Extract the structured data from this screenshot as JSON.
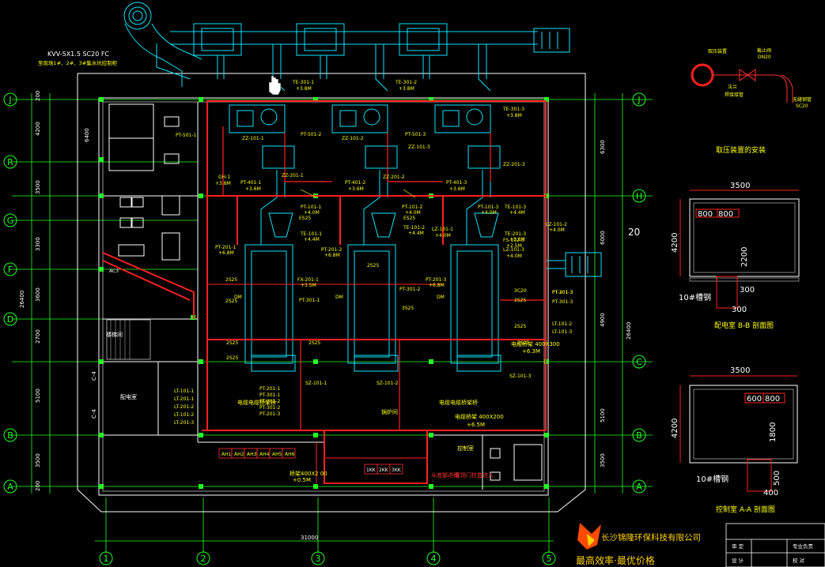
{
  "colors": {
    "background": "#000000",
    "grid": "#22ff22",
    "wall": "#ffffff",
    "duct": "#00e5ff",
    "cable": "#ff2020",
    "text": "#ffff00",
    "company": "#ffd200"
  },
  "header": {
    "cable_spec": "KVV-5X1.5 SC20 FC",
    "cable_note": "至现场1#、2#、3#集水坑控制柜"
  },
  "axes": {
    "rows": [
      "J",
      "R",
      "H",
      "G",
      "F",
      "D",
      "C",
      "B",
      "A"
    ],
    "cols": [
      "1",
      "2",
      "3",
      "4",
      "5"
    ],
    "left_dims": [
      "200",
      "4200",
      "3500",
      "3300",
      "3600",
      "2700",
      "5100",
      "3500",
      "200"
    ],
    "left_total": "26400",
    "right_dims": [
      "6300",
      "6000",
      "4900",
      "5100",
      "3500"
    ],
    "right_total": "26400",
    "right_misc": "20",
    "bottom_total": "31000",
    "left_inner": "6400",
    "side_labels": [
      "C-4",
      "C-4"
    ]
  },
  "rooms": {
    "distribution": "配电室",
    "control": "控制室",
    "stair": "楼梯间",
    "boiler_room": "锅炉间",
    "cable_trench_1": "电缆电缆桥架桥",
    "cable_trench_2": "电缆电缆桥架桥",
    "cable_tray_1": "电缆桥架 400X300",
    "cable_tray_1_elev": "+6.3M",
    "cable_tray_2": "电缆桥架 400X200",
    "cable_tray_2_elev": "+6.5M",
    "entry_note": "从底部进线",
    "entry_note_2": "现场门柱盒进入",
    "cable_bottom": "桥架400X2 00",
    "cable_bottom_elev": "+0.5M"
  },
  "panels": {
    "control_cabinets": [
      "AH1",
      "AH2",
      "AH3",
      "AH4",
      "AH5",
      "AH6"
    ],
    "bottom_cabinets": [
      "1KK",
      "2KK",
      "3KK"
    ],
    "ac": "AC3"
  },
  "tags": {
    "te_301": [
      "TE-301-1",
      "+3.8M",
      "TE-301-2",
      "+3.8M",
      "TE-301-3",
      "+3.8M"
    ],
    "pt_501": [
      "PT-501-1",
      "PT-501-2",
      "PT-501-3"
    ],
    "zz_101": [
      "ZZ-101-1",
      "ZZ-101-2",
      "ZZ-101-3"
    ],
    "zz_201": [
      "ZZ-201-1",
      "ZZ-201-2",
      "ZZ-201-3"
    ],
    "pt_401": [
      "PT-401-1",
      "+3.6M",
      "PT-401-2",
      "+3.6M",
      "PT-401-3",
      "+3.6M"
    ],
    "gh": [
      "GH-1",
      "+3.8M"
    ],
    "mid_1": [
      "PT-101-1",
      "+4.0M",
      "TE-101-1",
      "+4.4M",
      "PT-101-2",
      "+4.0M",
      "TE-101-2",
      "+4.4M",
      "PT-101-3",
      "+4.0M",
      "TE-101-3",
      "+4.4M"
    ],
    "mid_2": [
      "LZ-101-1",
      "+4.0M",
      "LZ-101-2",
      "+4.0M",
      "LZ-101-3",
      "+4.0M",
      "FS-102-3",
      "+2.5M",
      "TE-201-3",
      "+3.8M"
    ],
    "mid_3": [
      "PT-201-1",
      "+6.8M",
      "PT-201-2",
      "+6.8M",
      "PT-201-3",
      "+6.8M",
      "FX-201-1",
      "+3.5M",
      "PT-301-1",
      "PT-301-2",
      "PT-301-3"
    ],
    "left_vals": [
      "2S25",
      "2S25",
      "2S25",
      "2S25",
      "2S25",
      "3S25",
      "2S25"
    ],
    "right_vals": [
      "2S25",
      "2S25",
      "3S25"
    ],
    "lt_201": [
      "PT-201-3",
      "PT-301-3",
      "LT-101-2",
      "LT-101-3"
    ],
    "lt_left": [
      "LT-101-1",
      "LT-201-1",
      "LT-201-2",
      "LT-101-2",
      "LT-201-3"
    ],
    "pt_mid_small": [
      "PT-201-1",
      "PT-301-1",
      "PT-201-2",
      "PT-301-2",
      "PT-201-3"
    ],
    "sz": [
      "SZ-101-1",
      "SZ-101-2",
      "SZ-101-3"
    ],
    "lz": [
      "LZ-101-3",
      "+4.0M"
    ],
    "dm": [
      "DM",
      "DM",
      "DM"
    ],
    "misc": [
      "2S25",
      "ES25",
      "ES25",
      "3C20"
    ]
  },
  "detail_top": {
    "title": "取压装置的安装",
    "labels": [
      "取压装置",
      "截止阀",
      "DN20",
      "法兰",
      "焊接接管",
      "无缝钢管",
      "SC20"
    ]
  },
  "section_bb": {
    "title": "配电室 B-B 剖面图",
    "dims": [
      "3500",
      "800",
      "800",
      "4200",
      "2200",
      "300",
      "300"
    ],
    "note": "10#槽钢"
  },
  "section_aa": {
    "title": "控制室 A-A 剖面图",
    "dims": [
      "3500",
      "600",
      "800",
      "4200",
      "1800",
      "500",
      "400"
    ],
    "note": "10#槽钢"
  },
  "company": {
    "name": "长沙锦隆环保科技有限公司",
    "slogan": "最高效率·最优价格"
  },
  "title_block": {
    "cells": [
      "审 定",
      "设 计",
      "专业负责",
      "校 对"
    ]
  }
}
